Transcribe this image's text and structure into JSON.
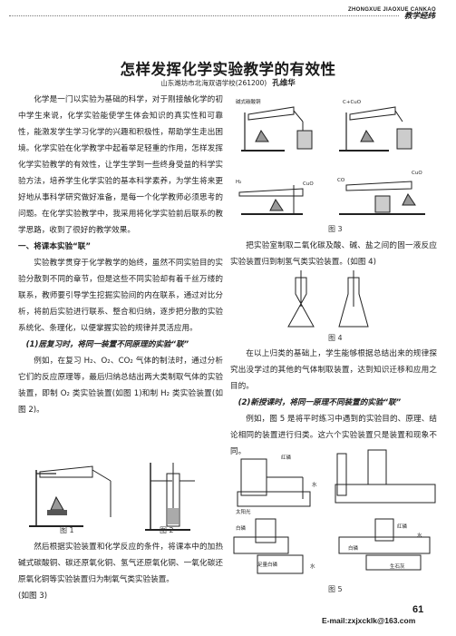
{
  "header": {
    "journal_pinyin": "ZHONGXUE  JIAOXUE  CANKAO",
    "column": "教学经纬"
  },
  "article": {
    "title": "怎样发挥化学实验教学的有效性",
    "affiliation": "山东潍坊市北海双语学校(261200)",
    "author": "孔维华"
  },
  "left_column": [
    {
      "type": "p",
      "text": "化学是一门以实验为基础的科学，对于刚接触化学的初中学生来说，化学实验能使学生体会知识的真实性和可靠性，能激发学生学习化学的兴趣和积极性，帮助学生走出困境。化学实验在化学教学中起着举足轻重的作用，怎样发挥化学实验教学的有效性，让学生学到一些终身受益的科学实验方法，培养学生化学实验的基本科学素养，为学生将来更好地从事科学研究做好准备，是每一个化学教师必须思考的问题。在化学实验教学中，我采用将化学实验前后联系的教学思路，收到了很好的教学效果。"
    },
    {
      "type": "head",
      "text": "一、将课本实验“联”"
    },
    {
      "type": "p",
      "text": "实验教学贯穿于化学教学的始终，虽然不同实验目的实验分散到不同的章节，但是这些不同实验却有着千丝万缕的联系，教师要引导学生挖掘实验间的内在联系，通过对比分析，将前后实验进行联系、整合和归纳，逐步把分散的实验系统化、条理化，以便掌握实验的规律并灵活应用。"
    },
    {
      "type": "sub",
      "text": "(1)居复习时，将同一装置不同原理的实验“联”"
    },
    {
      "type": "p",
      "text": "例如，在复习 H₂、O₂、CO₂ 气体的制法时，通过分析它们的反应原理等，最后归纳总结出两大类制取气体的实验装置，即制 O₂ 类实验装置(如图 1)和制 H₂ 类实验装置(如图 2)。"
    }
  ],
  "left_bottom": [
    {
      "type": "p",
      "text": "然后根据实验装置和化学反应的条件，将课本中的加热碱式碳酸铜、碳还原氧化铜、氢气还原氧化铜、一氧化碳还原氧化铜等实验装置归为制氧气类实验装置。"
    },
    {
      "type": "noindent",
      "text": "(如图 3)"
    }
  ],
  "right_column": [
    {
      "type": "p",
      "text": "把实验室制取二氧化碳及酸、碱、盐之间的固一液反应实验装置归到制氢气类实验装置。(如图 4)"
    }
  ],
  "right_middle": [
    {
      "type": "p",
      "text": "在以上归类的基础上，学生能够根据总结出来的规律探究出没学过的其他的气体制取装置，达到知识迁移和应用之目的。"
    },
    {
      "type": "sub",
      "text": "(2)新授课时，将同一原理不同装置的实验“联”"
    },
    {
      "type": "p",
      "text": "例如，图 5 是将平时练习中遇到的实验目的、原理、结论相同的装置进行归类。这六个实验装置只是装置和现象不同。"
    }
  ],
  "figures": {
    "fig1": "图 1",
    "fig2": "图 2",
    "fig3": "图 3",
    "fig4": "图 4",
    "fig5": "图 5"
  },
  "fig3_labels": {
    "a": "碱式碳酸铜",
    "b": "C+CuO",
    "c": "H₂",
    "d": "CuO",
    "e": "CO",
    "f": "CuO"
  },
  "fig5_labels": {
    "a": "红磷",
    "b": "水",
    "c": "太阳光",
    "d": "白磷",
    "e": "红磷",
    "f": "水",
    "g": "白磷",
    "h": "生石灰",
    "i": "足量白磷",
    "j": "水"
  },
  "footer": {
    "page": "61",
    "email": "E-mail:zxjxcklk@163.com"
  }
}
